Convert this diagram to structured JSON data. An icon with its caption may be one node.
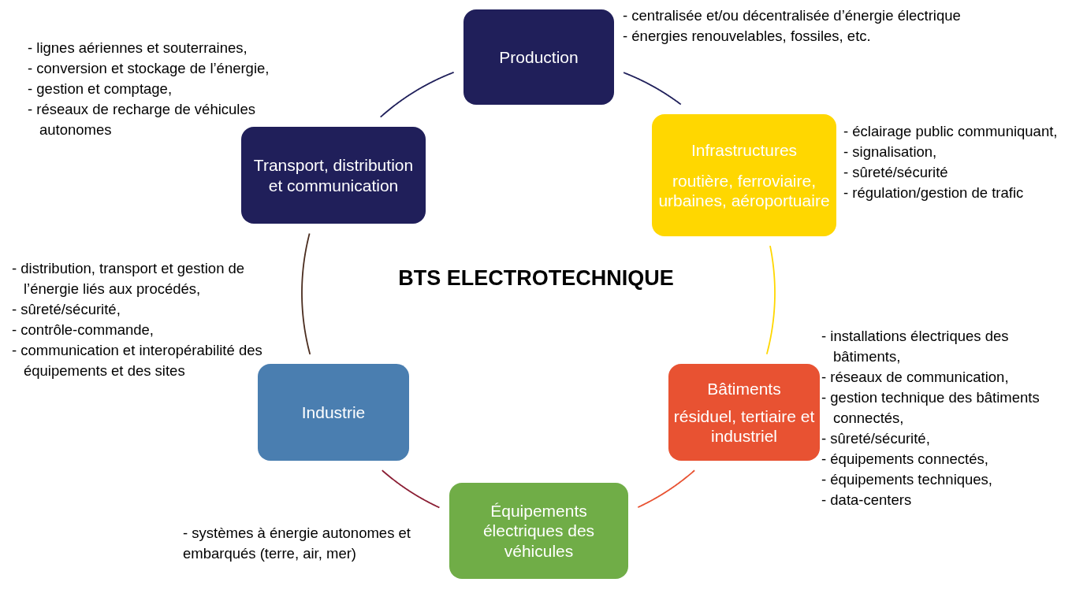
{
  "diagram": {
    "title": "BTS ELECTROTECHNIQUE",
    "nodes": [
      {
        "text": [
          "Production"
        ],
        "beside": [
          "- centralisée et/ou décentralisée d’énergie électrique",
          "- énergies renouvelables, fossiles, etc."
        ]
      },
      {
        "text": [
          "Infrastructures",
          "routière, ferroviaire, urbaines, aéroportuaire"
        ],
        "beside": [
          "- éclairage public communiquant,",
          "- signalisation,",
          "- sûreté/sécurité",
          "- régulation/gestion de trafic"
        ]
      },
      {
        "text": [
          "Bâtiments",
          "résiduel, tertiaire et industriel"
        ],
        "beside": [
          "- installations électriques des bâtiments,",
          "- réseaux de communication,",
          "- gestion technique des bâtiments connectés,",
          "- sûreté/sécurité,",
          "- équipements connectés,",
          "- équipements techniques,",
          "- data-centers"
        ]
      },
      {
        "text": [
          "Équipements électriques des véhicules"
        ],
        "beside": [
          "- systèmes à énergie autonomes et embarqués (terre, air, mer)"
        ]
      },
      {
        "text": [
          "Industrie"
        ],
        "beside": [
          "- distribution, transport et gestion de l’énergie liés aux procédés,",
          "- sûreté/sécurité,",
          "- contrôle-commande,",
          "- communication et interopérabilité des équipements et des sites"
        ]
      },
      {
        "text": [
          "Transport, distribution et communication"
        ],
        "beside": [
          "- lignes aériennes et souterraines,",
          "- conversion et stockage de l’énergie,",
          "- gestion et comptage,",
          "- réseaux de recharge de véhicules autonomes"
        ]
      }
    ],
    "edges": [
      {
        "from": 0,
        "to": 1,
        "arrow": "none",
        "color": "#1f1f5a"
      },
      {
        "from": 1,
        "to": 2,
        "arrow": "none",
        "color": "#ffd700"
      },
      {
        "from": 2,
        "to": 3,
        "arrow": "none",
        "color": "#e85232"
      },
      {
        "from": 3,
        "to": 4,
        "arrow": "none",
        "color": "#8b1e34"
      },
      {
        "from": 4,
        "to": 5,
        "arrow": "none",
        "color": "#4a2c1e"
      },
      {
        "from": 5,
        "to": 0,
        "arrow": "none",
        "color": "#1f1f5a"
      }
    ]
  }
}
